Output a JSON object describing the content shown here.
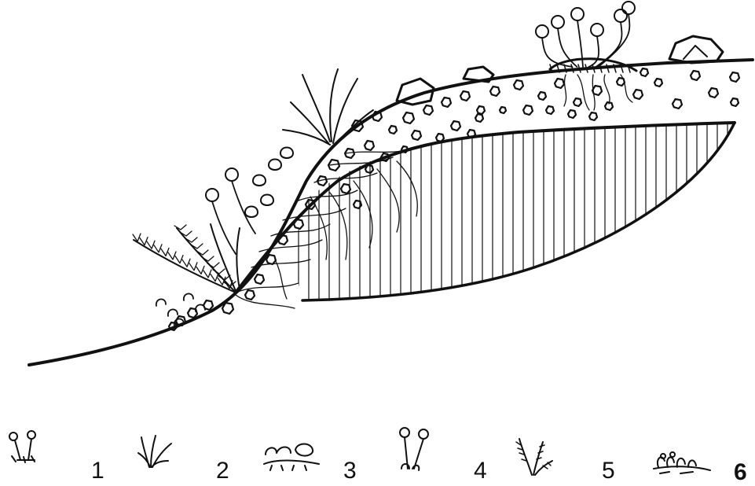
{
  "legend": {
    "items": [
      {
        "label": "1",
        "icon": "cushion-flower-icon"
      },
      {
        "label": "2",
        "icon": "grass-tuft-icon"
      },
      {
        "label": "3",
        "icon": "low-flower-clump-icon"
      },
      {
        "label": "4",
        "icon": "composite-flower-icon"
      },
      {
        "label": "5",
        "icon": "fern-shrub-icon"
      },
      {
        "label": "6",
        "icon": "creeping-mat-icon"
      }
    ]
  },
  "colors": {
    "ink": "#111111",
    "paper": "#ffffff"
  }
}
